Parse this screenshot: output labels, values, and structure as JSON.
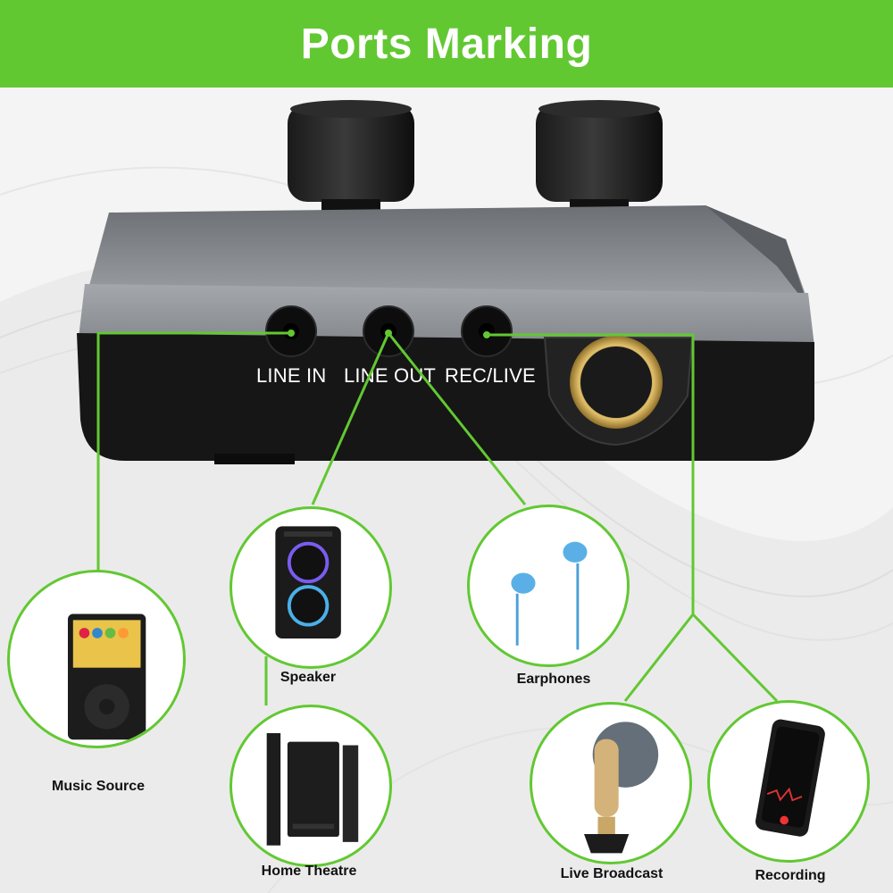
{
  "header": {
    "title": "Ports Marking"
  },
  "ports": [
    {
      "id": "line-in",
      "label": "LINE IN"
    },
    {
      "id": "line-out",
      "label": "LINE OUT"
    },
    {
      "id": "rec-live",
      "label": "REC/LIVE"
    }
  ],
  "devices": {
    "music_source": "Music Source",
    "speaker": "Speaker",
    "home_theatre": "Home Theatre",
    "earphones": "Earphones",
    "live_broadcast": "Live Broadcast",
    "recording": "Recording"
  },
  "colors": {
    "accent": "#62c832",
    "device_body": "#8c9095",
    "device_base": "#151515",
    "gold": "#c9a54a"
  }
}
